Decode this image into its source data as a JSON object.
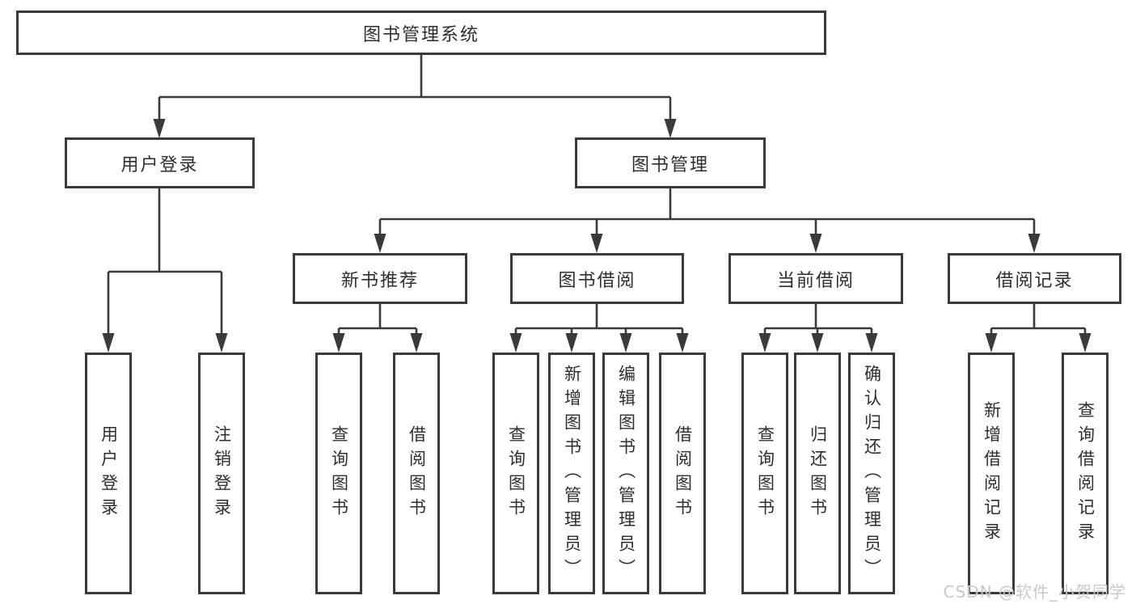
{
  "colors": {
    "line": "#3a3a3a",
    "text": "#2e2e2e",
    "background": "#ffffff",
    "watermark": "#c9c9c9"
  },
  "tree": {
    "label": "图书管理系统",
    "children": [
      {
        "label": "用户登录",
        "children": [
          {
            "label": "用户登录"
          },
          {
            "label": "注销登录"
          }
        ]
      },
      {
        "label": "图书管理",
        "children": [
          {
            "label": "新书推荐",
            "children": [
              {
                "label": "查询图书"
              },
              {
                "label": "借阅图书"
              }
            ]
          },
          {
            "label": "图书借阅",
            "children": [
              {
                "label": "查询图书"
              },
              {
                "label": "新增图书（管理员）"
              },
              {
                "label": "编辑图书（管理员）"
              },
              {
                "label": "借阅图书"
              }
            ]
          },
          {
            "label": "当前借阅",
            "children": [
              {
                "label": "查询图书"
              },
              {
                "label": "归还图书"
              },
              {
                "label": "确认归还（管理员）"
              }
            ]
          },
          {
            "label": "借阅记录",
            "children": [
              {
                "label": "新增借阅记录"
              },
              {
                "label": "查询借阅记录"
              }
            ]
          }
        ]
      }
    ]
  },
  "watermark": {
    "text": "CSDN @软件_小贺同学"
  }
}
